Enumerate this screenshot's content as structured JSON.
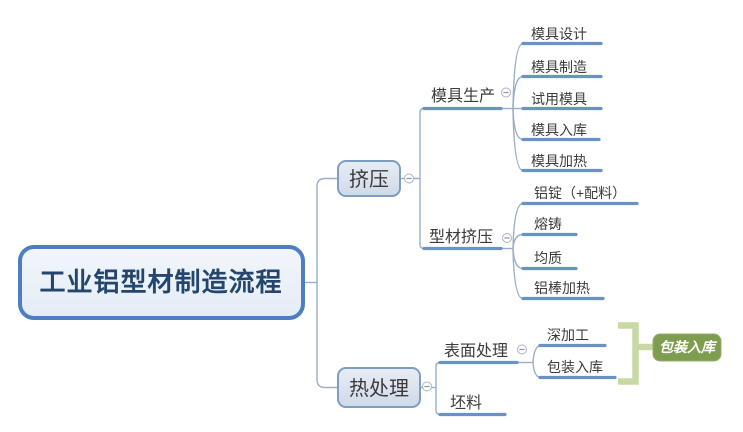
{
  "colors": {
    "background": "#ffffff",
    "root_border": "#4e7ec1",
    "root_fill": "#edf2f9",
    "root_text": "#24466e",
    "branch_fill_top": "#e7edf5",
    "branch_fill_bottom": "#cfdae8",
    "branch_border": "#7e9dc1",
    "branch_text": "#3a3a3a",
    "topic_text": "#3c3c3c",
    "topic_line": "#6a92c3",
    "connector_line": "#9aaec9",
    "collapse_border": "#a8b5c5",
    "collapse_glyph": "#8a97a8",
    "summary_bracket": "#c9d9a3",
    "summary_fill": "#7e9d4e",
    "summary_text": "#ffffff"
  },
  "mindmap": {
    "root": {
      "label": "工业铝型材制造流程"
    },
    "branches": [
      {
        "label": "挤压",
        "children": [
          {
            "label": "模具生产",
            "children": [
              "模具设计",
              "模具制造",
              "试用模具",
              "模具入库",
              "模具加热"
            ]
          },
          {
            "label": "型材挤压",
            "children": [
              "铝锭（+配料）",
              "熔铸",
              "均质",
              "铝棒加热"
            ]
          }
        ]
      },
      {
        "label": "热处理",
        "children": [
          {
            "label": "表面处理",
            "children": [
              "深加工",
              "包装入库"
            ]
          },
          {
            "label": "坯料",
            "children": []
          }
        ]
      }
    ],
    "summary": {
      "label": "包装入库"
    },
    "collapse_glyph": "−"
  }
}
